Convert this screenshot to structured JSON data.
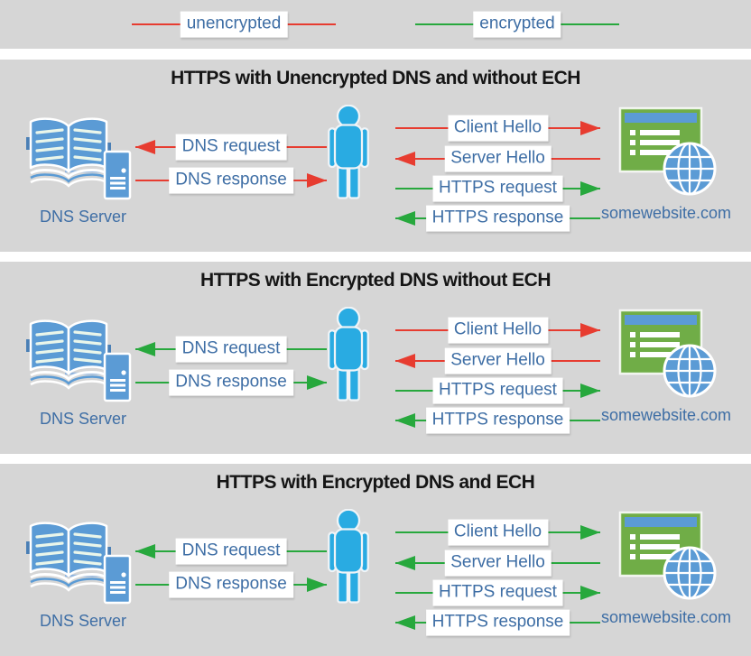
{
  "colors": {
    "unencrypted": "#e73c30",
    "encrypted": "#27a83d",
    "label_text": "#3e6ea5",
    "panel_background": "#d6d6d6",
    "person": "#29abe2",
    "icon_blue": "#5b9bd5",
    "browser_green": "#70ad47"
  },
  "legend": {
    "items": [
      {
        "label": "unencrypted",
        "encryption": "unencrypted"
      },
      {
        "label": "encrypted",
        "encryption": "encrypted"
      }
    ]
  },
  "panels": [
    {
      "title": "HTTPS with Unencrypted DNS and without ECH",
      "dns_server_label": "DNS Server",
      "website_label": "somewebsite.com",
      "dns_flows": [
        {
          "label": "DNS request",
          "direction": "left",
          "encryption": "unencrypted"
        },
        {
          "label": "DNS response",
          "direction": "right",
          "encryption": "unencrypted"
        }
      ],
      "https_flows": [
        {
          "label": "Client Hello",
          "direction": "right",
          "encryption": "unencrypted"
        },
        {
          "label": "Server Hello",
          "direction": "left",
          "encryption": "unencrypted"
        },
        {
          "label": "HTTPS request",
          "direction": "right",
          "encryption": "encrypted"
        },
        {
          "label": "HTTPS response",
          "direction": "left",
          "encryption": "encrypted"
        }
      ]
    },
    {
      "title": "HTTPS with Encrypted DNS without ECH",
      "dns_server_label": "DNS Server",
      "website_label": "somewebsite.com",
      "dns_flows": [
        {
          "label": "DNS request",
          "direction": "left",
          "encryption": "encrypted"
        },
        {
          "label": "DNS response",
          "direction": "right",
          "encryption": "encrypted"
        }
      ],
      "https_flows": [
        {
          "label": "Client Hello",
          "direction": "right",
          "encryption": "unencrypted"
        },
        {
          "label": "Server Hello",
          "direction": "left",
          "encryption": "unencrypted"
        },
        {
          "label": "HTTPS request",
          "direction": "right",
          "encryption": "encrypted"
        },
        {
          "label": "HTTPS response",
          "direction": "left",
          "encryption": "encrypted"
        }
      ]
    },
    {
      "title": "HTTPS with Encrypted DNS and ECH",
      "dns_server_label": "DNS Server",
      "website_label": "somewebsite.com",
      "dns_flows": [
        {
          "label": "DNS request",
          "direction": "left",
          "encryption": "encrypted"
        },
        {
          "label": "DNS response",
          "direction": "right",
          "encryption": "encrypted"
        }
      ],
      "https_flows": [
        {
          "label": "Client Hello",
          "direction": "right",
          "encryption": "encrypted"
        },
        {
          "label": "Server Hello",
          "direction": "left",
          "encryption": "encrypted"
        },
        {
          "label": "HTTPS request",
          "direction": "right",
          "encryption": "encrypted"
        },
        {
          "label": "HTTPS response",
          "direction": "left",
          "encryption": "encrypted"
        }
      ]
    }
  ]
}
